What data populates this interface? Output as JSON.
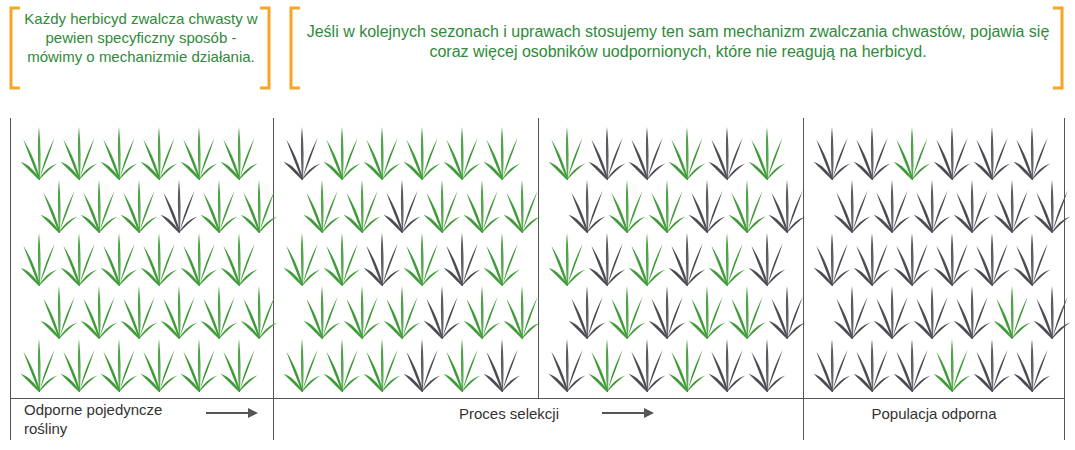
{
  "diagram": {
    "nodes": [
      {
        "text": [
          "Odporne pojedyncze rośliny"
        ]
      },
      {
        "text": [
          "Proces selekcji"
        ]
      },
      {
        "text": [
          "Populacja odporna"
        ]
      }
    ],
    "labels": [
      "Każdy herbicyd zwalcza chwasty w pewien specyficzny sposób - mówimy o mechanizmie działania.",
      "Jeśli w kolejnych sezonach i uprawach stosujemy ten sam mechanizm zwalczania chwastów, pojawia się coraz więcej osobników uodpornionych, które nie reagują na herbicyd."
    ]
  }
}
